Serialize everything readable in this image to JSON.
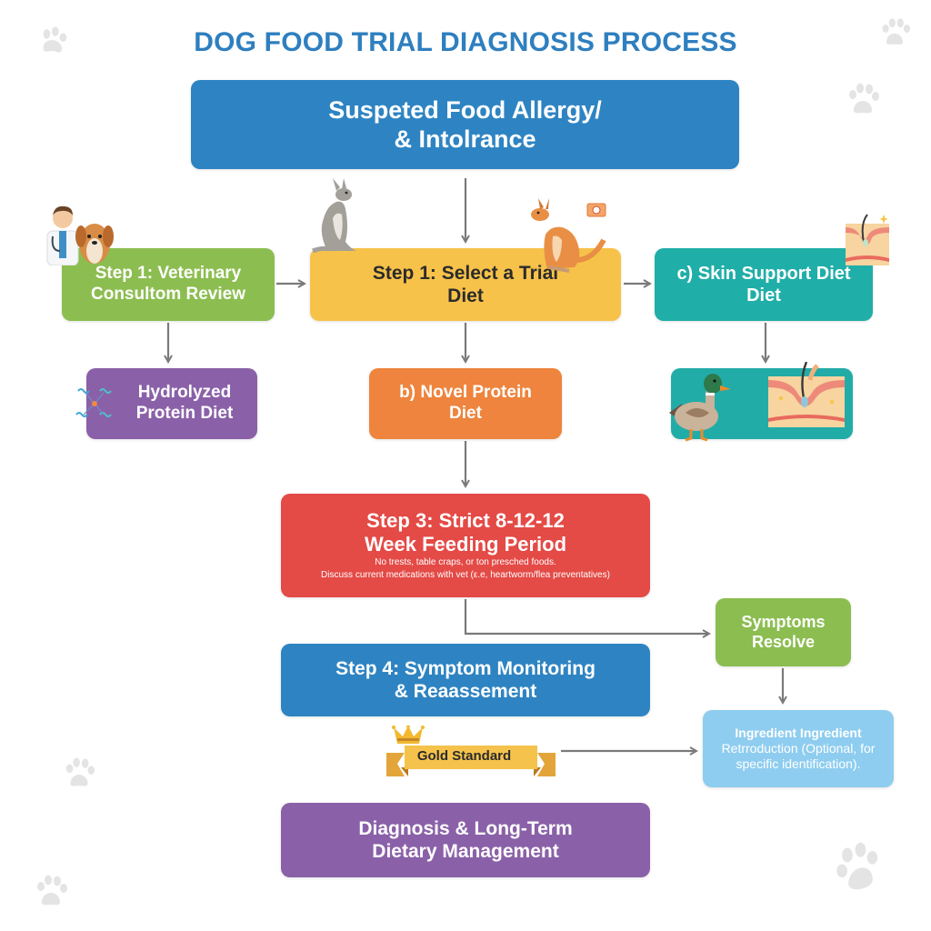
{
  "title": "DOG FOOD TRIAL DIAGNOSIS PROCESS",
  "colors": {
    "title": "#2e7fbf",
    "blue": "#2e84c2",
    "green": "#8cbd50",
    "yellow": "#f7c24a",
    "teal": "#20aea8",
    "purple": "#8a61a8",
    "orange": "#ee843d",
    "red": "#e44a46",
    "light_blue": "#8ecdef",
    "gold": "#f5c24c",
    "arrow": "#7a7a7a"
  },
  "nodes": {
    "start": {
      "lines": [
        "Suspeted Food Allergy/",
        "& Intolrance"
      ]
    },
    "vet_review": {
      "lines": [
        "Step 1: Veterinary",
        "Consultom Review"
      ],
      "icon": "vet-with-dog-icon"
    },
    "select_diet": {
      "lines": [
        "Step 1: Select a Trial",
        "Diet"
      ],
      "icons": [
        "kangaroo-icon",
        "kangaroo-icon"
      ]
    },
    "skin_support": {
      "lines": [
        "c) Skin Support Diet",
        "Diet"
      ],
      "icon": "skin-cross-section-icon"
    },
    "hydrolyzed": {
      "lines": [
        "Hydrolyzed",
        "Protein Diet"
      ],
      "icon": "protein-molecule-icon"
    },
    "novel_protein": {
      "lines": [
        "b) Novel Protein",
        "Diet"
      ]
    },
    "skin_illustration": {
      "icons": [
        "duck-icon",
        "skin-cross-section-icon"
      ]
    },
    "strict_period": {
      "lines": [
        "Step 3: Strict 8-12-12",
        "Week Feeding Period"
      ],
      "notes": [
        "No trests, table craps, or ton presched foods.",
        "Discuss current medications with vet (ε.e, heartworm/flea preventatives)"
      ]
    },
    "monitoring": {
      "lines": [
        "Step 4: Symptom Monitoring",
        "& Reaassement"
      ]
    },
    "symptoms_resolve": {
      "lines": [
        "Symptoms",
        "Resolve"
      ]
    },
    "reintroduction": {
      "lines": [
        "Ingredient Ingredient",
        "Retrroduction (Optional, for",
        "specific identification)."
      ]
    },
    "gold_standard": {
      "label": "Gold Standard",
      "icon": "crown-icon"
    },
    "diagnosis": {
      "lines": [
        "Diagnosis & Long-Term",
        "Dietary Management"
      ]
    }
  },
  "edges": [
    [
      "start",
      "select_diet"
    ],
    [
      "vet_review",
      "select_diet"
    ],
    [
      "select_diet",
      "skin_support"
    ],
    [
      "vet_review",
      "hydrolyzed"
    ],
    [
      "select_diet",
      "novel_protein"
    ],
    [
      "skin_support",
      "skin_illustration"
    ],
    [
      "novel_protein",
      "strict_period"
    ],
    [
      "strict_period",
      "symptoms_resolve"
    ],
    [
      "symptoms_resolve",
      "reintroduction"
    ],
    [
      "gold_standard",
      "reintroduction"
    ]
  ],
  "decorations": [
    "paw-print-icon"
  ]
}
